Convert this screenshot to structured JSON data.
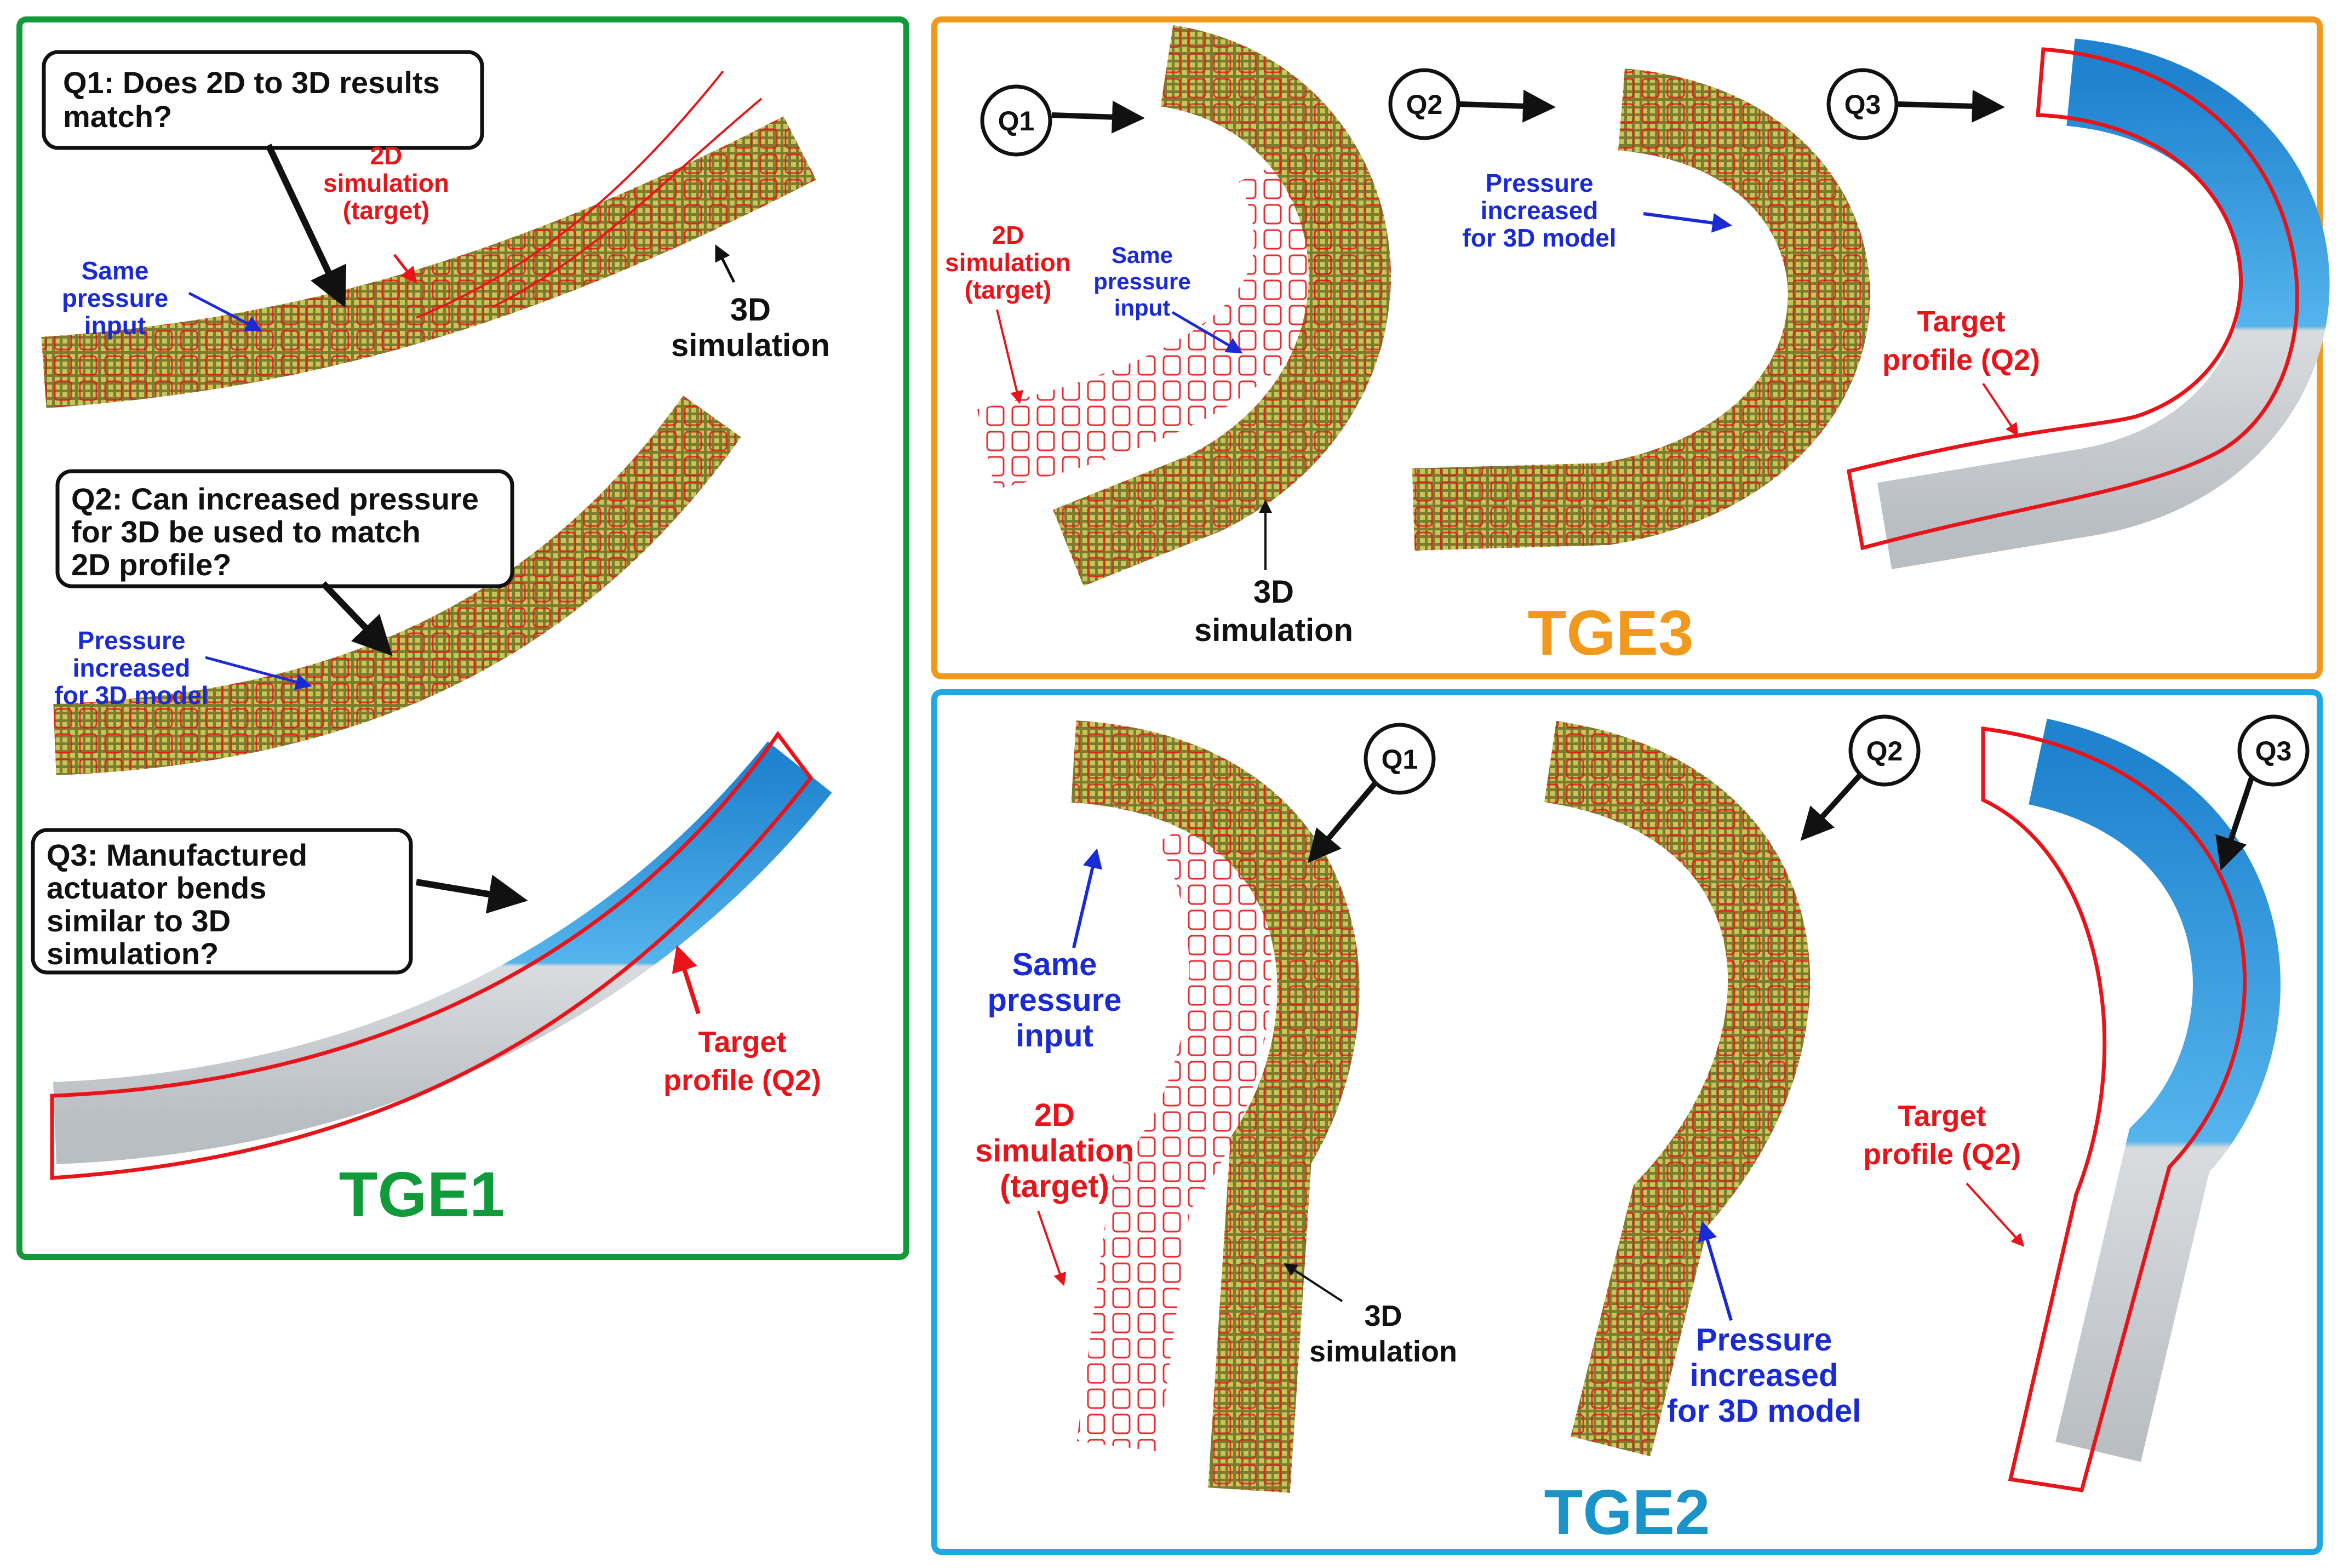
{
  "colors": {
    "tge1_frame": "#119a3a",
    "tge3_frame": "#f0991c",
    "tge2_frame": "#1ea9e2",
    "sim3d": "#8c8a38",
    "sim2d_outline": "#e8141a",
    "actuator_blue": "#2a93d9",
    "label_red": "#e8141a",
    "label_blue": "#1a2bd6"
  },
  "tge1": {
    "title": "TGE1",
    "q1_box": [
      "Q1: Does 2D to 3D results",
      "match?"
    ],
    "q2_box": [
      "Q2: Can increased pressure",
      "for 3D be used to match",
      "2D profile?"
    ],
    "q3_box": [
      "Q3: Manufactured",
      "actuator bends",
      "similar to 3D",
      "simulation?"
    ],
    "label_2d": [
      "2D",
      "simulation",
      "(target)"
    ],
    "label_same_pressure": [
      "Same",
      "pressure",
      "input"
    ],
    "label_3d": [
      "3D",
      "simulation"
    ],
    "label_pressure_increased": [
      "Pressure",
      "increased",
      "for 3D model"
    ],
    "label_target_profile": [
      "Target",
      "profile (Q2)"
    ]
  },
  "tge3": {
    "title": "TGE3",
    "q1": "Q1",
    "q2": "Q2",
    "q3": "Q3",
    "label_2d": [
      "2D",
      "simulation",
      "(target)"
    ],
    "label_same_pressure": [
      "Same",
      "pressure",
      "input"
    ],
    "label_3d": [
      "3D",
      "simulation"
    ],
    "label_pressure_increased": [
      "Pressure",
      "increased",
      "for 3D model"
    ],
    "label_target_profile": [
      "Target",
      "profile (Q2)"
    ]
  },
  "tge2": {
    "title": "TGE2",
    "q1": "Q1",
    "q2": "Q2",
    "q3": "Q3",
    "label_same_pressure": [
      "Same",
      "pressure",
      "input"
    ],
    "label_2d": [
      "2D",
      "simulation",
      "(target)"
    ],
    "label_3d": [
      "3D",
      "simulation"
    ],
    "label_pressure_increased": [
      "Pressure",
      "increased",
      "for 3D model"
    ],
    "label_target_profile": [
      "Target",
      "profile (Q2)"
    ]
  }
}
